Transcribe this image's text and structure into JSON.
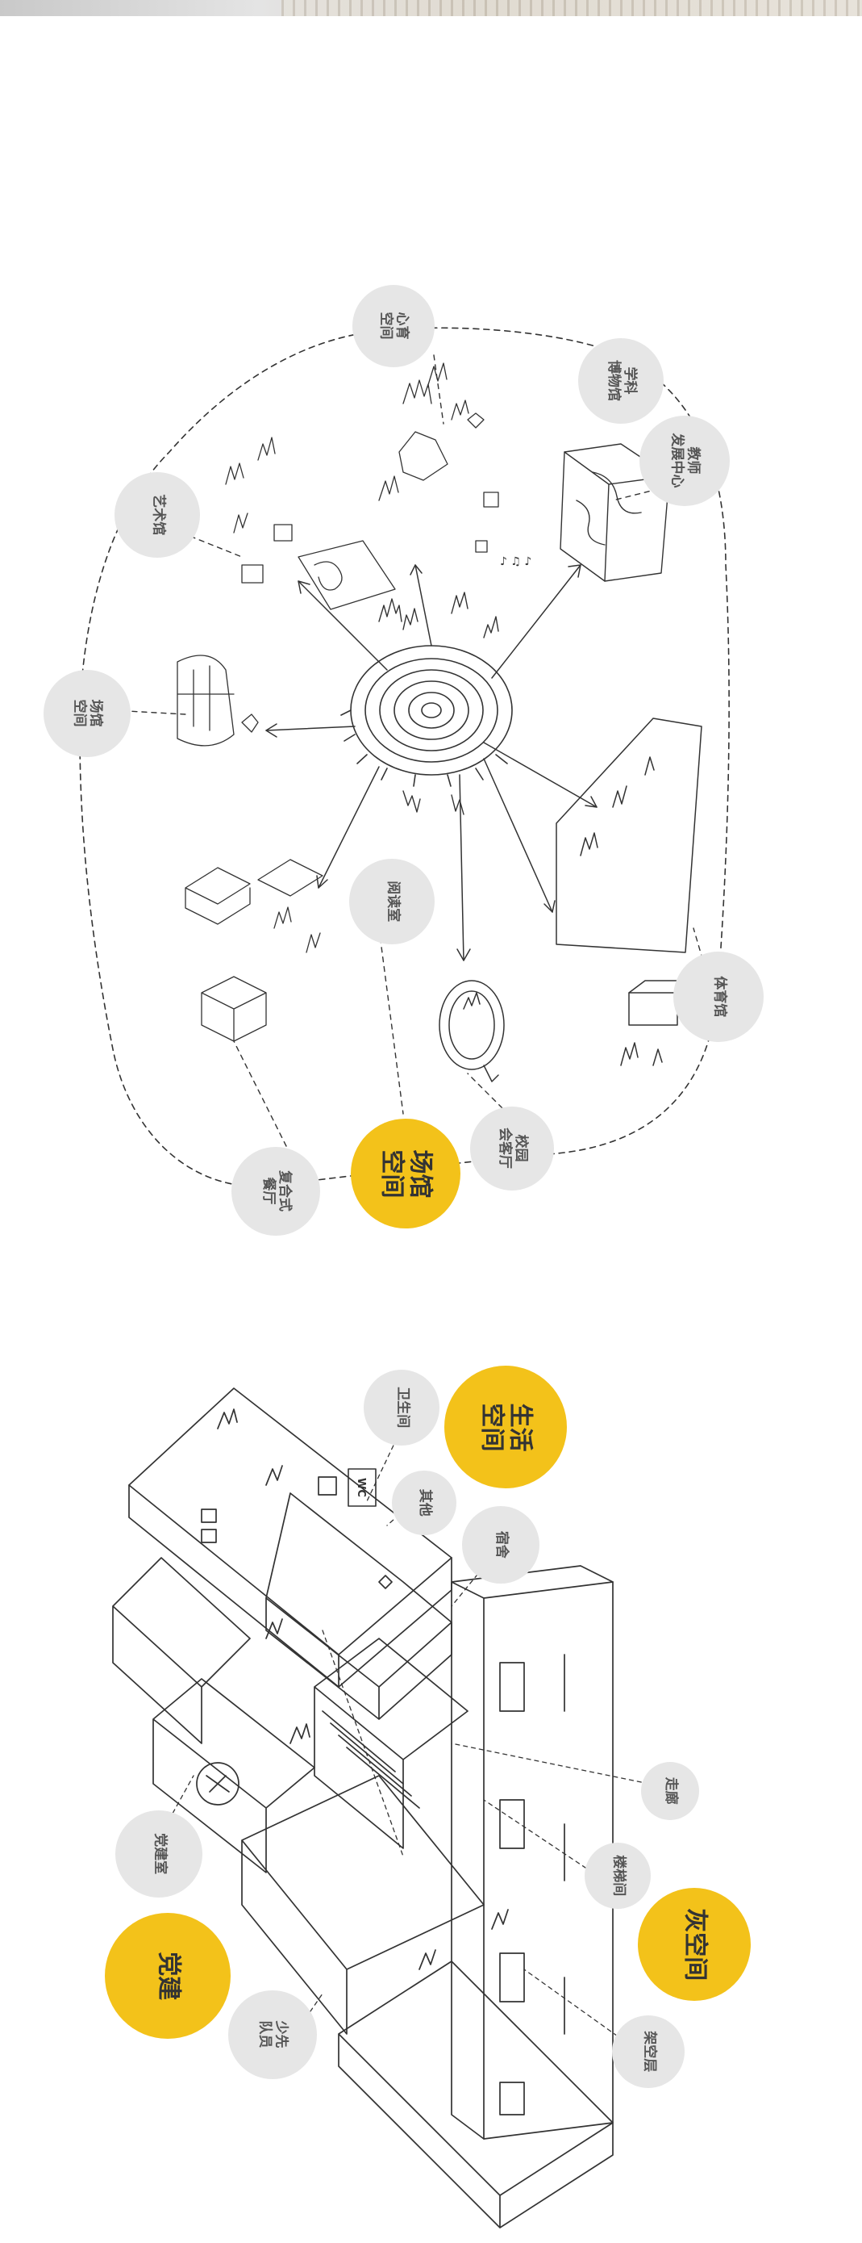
{
  "colors": {
    "accent_yellow": "#f3c21a",
    "bubble_gray": "#e6e6e6",
    "line": "#333333"
  },
  "venue_diagram": {
    "category": "场馆\n空间",
    "labels": {
      "heart_space": "心育\n空间",
      "subject_museum": "学科\n博物馆",
      "teacher_center": "教师\n发展中心",
      "art_gallery": "艺术馆",
      "venue_space": "场馆\n空间",
      "reading_room": "阅读室",
      "gymnasium": "体育馆",
      "campus_reception": "校园\n会客厅",
      "dining": "复合式\n餐厅"
    }
  },
  "building_diagram": {
    "categories": {
      "living": "生活\n空间",
      "grey": "灰空间",
      "party": "党建"
    },
    "labels": {
      "toilet": "卫生间",
      "other": "其他",
      "dorm": "宿舍",
      "corridor": "走廊",
      "stairwell": "楼梯间",
      "stilt": "架空层",
      "party_room": "党建室",
      "pioneers": "少先\n队员"
    },
    "wc_sign": "WC"
  }
}
